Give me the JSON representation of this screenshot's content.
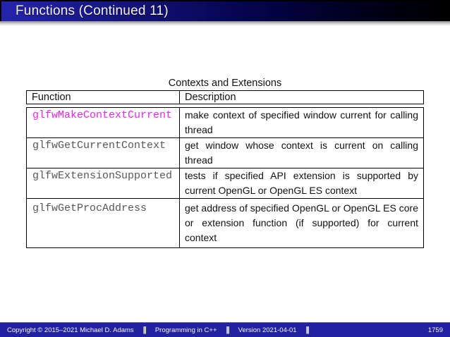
{
  "header": {
    "title": "Functions (Continued 11)"
  },
  "table": {
    "title": "Contexts and Extensions",
    "columns": [
      "Function",
      "Description"
    ],
    "rows": [
      {
        "function": "glfwMakeContextCurrent",
        "description": "make context of specified window current for calling thread"
      },
      {
        "function": "glfwGetCurrentContext",
        "description": "get window whose context is current on calling thread"
      },
      {
        "function": "glfwExtensionSupported",
        "description": "tests if specified API extension is supported by current OpenGL or OpenGL ES context"
      },
      {
        "function": "glfwGetProcAddress",
        "description": "get address of specified OpenGL or OpenGL ES core or extension function (if supported) for current context"
      }
    ]
  },
  "footer": {
    "copyright": "Copyright © 2015–2021 Michael D. Adams",
    "separator": "||",
    "course": "Programming in C++",
    "version": "Version 2021-04-01",
    "page": "1759"
  },
  "colors": {
    "header-blue": "#2525ae",
    "footer-blue": "#2121a2",
    "function-highlight": "#ee22ee",
    "function-muted": "#575757"
  }
}
